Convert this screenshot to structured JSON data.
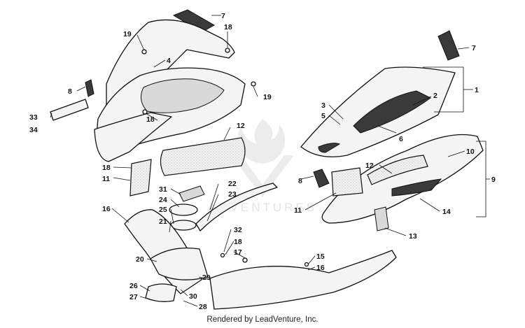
{
  "callouts": [
    {
      "id": "c7a",
      "text": "7"
    },
    {
      "id": "c18a",
      "text": "18"
    },
    {
      "id": "c19a",
      "text": "19"
    },
    {
      "id": "c4",
      "text": "4"
    },
    {
      "id": "c8a",
      "text": "8"
    },
    {
      "id": "c19b",
      "text": "19"
    },
    {
      "id": "c33",
      "text": "33"
    },
    {
      "id": "c34",
      "text": "34"
    },
    {
      "id": "c18b",
      "text": "18"
    },
    {
      "id": "c12a",
      "text": "12"
    },
    {
      "id": "c18c",
      "text": "18"
    },
    {
      "id": "c11a",
      "text": "11"
    },
    {
      "id": "c31",
      "text": "31"
    },
    {
      "id": "c24",
      "text": "24"
    },
    {
      "id": "c22",
      "text": "22"
    },
    {
      "id": "c23",
      "text": "23"
    },
    {
      "id": "c16a",
      "text": "16"
    },
    {
      "id": "c25",
      "text": "25"
    },
    {
      "id": "c21",
      "text": "21"
    },
    {
      "id": "c32",
      "text": "32"
    },
    {
      "id": "c18d",
      "text": "18"
    },
    {
      "id": "c17",
      "text": "17"
    },
    {
      "id": "c20",
      "text": "20"
    },
    {
      "id": "c29",
      "text": "29"
    },
    {
      "id": "c26",
      "text": "26"
    },
    {
      "id": "c27",
      "text": "27"
    },
    {
      "id": "c30",
      "text": "30"
    },
    {
      "id": "c28",
      "text": "28"
    },
    {
      "id": "c7b",
      "text": "7"
    },
    {
      "id": "c1",
      "text": "1"
    },
    {
      "id": "c2",
      "text": "2"
    },
    {
      "id": "c3",
      "text": "3"
    },
    {
      "id": "c5",
      "text": "5"
    },
    {
      "id": "c6",
      "text": "6"
    },
    {
      "id": "c10",
      "text": "10"
    },
    {
      "id": "c9",
      "text": "9"
    },
    {
      "id": "c12b",
      "text": "12"
    },
    {
      "id": "c8b",
      "text": "8"
    },
    {
      "id": "c11b",
      "text": "11"
    },
    {
      "id": "c14",
      "text": "14"
    },
    {
      "id": "c13",
      "text": "13"
    },
    {
      "id": "c15",
      "text": "15"
    },
    {
      "id": "c16b",
      "text": "16"
    }
  ],
  "watermark": "ADVENTURES",
  "footer": "Rendered by LeadVenture, Inc."
}
